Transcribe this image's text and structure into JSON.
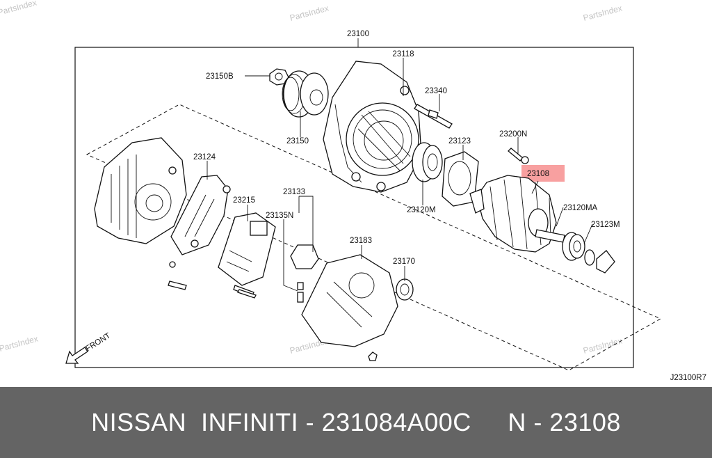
{
  "watermark": "PartsIndex",
  "labels": {
    "l23100": "23100",
    "l23118": "23118",
    "l23150B": "23150B",
    "l23340": "23340",
    "l23150": "23150",
    "l23200N": "23200N",
    "l23123": "23123",
    "l23124": "23124",
    "l23108": "23108",
    "l23133": "23133",
    "l23215": "23215",
    "l23120MA": "23120MA",
    "l23135N": "23135N",
    "l23120M": "23120M",
    "l23123M": "23123M",
    "l23183": "23183",
    "l23170": "23170",
    "front": "FRONT"
  },
  "diagram_code": "J23100R7",
  "highlight_color": "#f8a0a0",
  "footer": {
    "brand": "NISSAN  INFINITI",
    "separator": " - ",
    "part_number": "231084A00C",
    "spacer": "     ",
    "callout": "N - 23108"
  }
}
